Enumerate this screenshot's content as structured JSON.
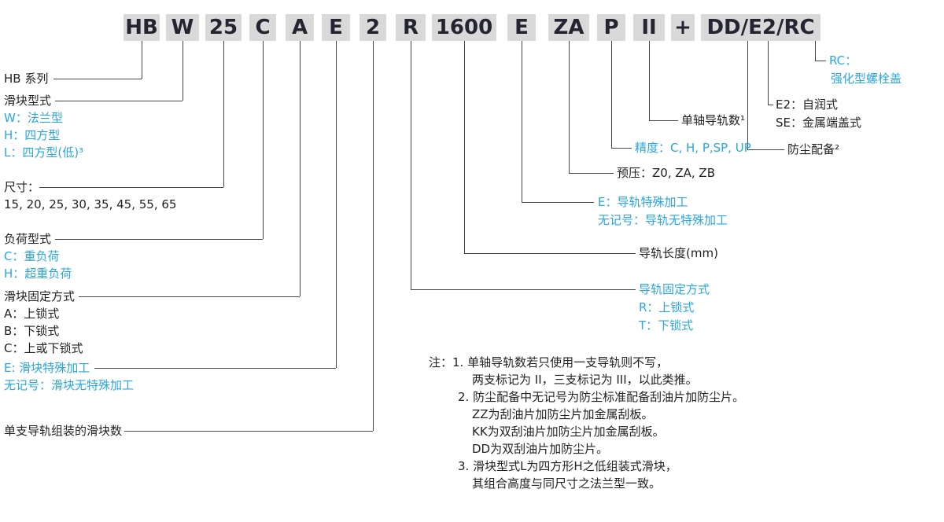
{
  "colors": {
    "accent_blue": "#2aa7de",
    "text_black": "#222222",
    "token_background": "#d9d9d9",
    "token_text": "#252531"
  },
  "code": {
    "tokens": [
      "HB",
      "W",
      "25",
      "C",
      "A",
      "E",
      "2",
      "R",
      "1600",
      "E",
      "ZA",
      "P",
      "II",
      "+",
      "DD/E2/RC"
    ]
  },
  "left": {
    "series": {
      "title": "HB 系列"
    },
    "block_type": {
      "title": "滑块型式",
      "items": [
        "W：法兰型",
        "H：四方型",
        "L：四方型(低)³"
      ]
    },
    "size": {
      "title": "尺寸：",
      "values": "15, 20, 25, 30, 35, 45, 55, 65"
    },
    "load_type": {
      "title": "负荷型式",
      "items": [
        "C：重负荷",
        "H：超重负荷"
      ]
    },
    "block_fixing": {
      "title": "滑块固定方式",
      "items": [
        "A：上锁式",
        "B：下锁式",
        "C：上或下锁式"
      ]
    },
    "block_special": {
      "items": [
        "E: 滑块特殊加工",
        "无记号：滑块无特殊加工"
      ]
    },
    "blocks_per_rail": {
      "title": "单支导轨组装的滑块数"
    }
  },
  "right": {
    "bolt_cover": {
      "items": [
        "RC：",
        "强化型螺栓盖"
      ]
    },
    "end_cap": {
      "items": [
        "E2：自润式",
        "SE：金属端盖式"
      ]
    },
    "rails_count": {
      "title": "单轴导轨数¹"
    },
    "precision": {
      "title": "精度：C, H, P,SP, UP"
    },
    "dust_protection": {
      "title": "防尘配备²"
    },
    "preload": {
      "title": "预压：Z0, ZA, ZB"
    },
    "rail_special": {
      "items": [
        "E：导轨特殊加工",
        "无记号：导轨无特殊加工"
      ]
    },
    "rail_length": {
      "title": "导轨长度(mm)"
    },
    "rail_fixing": {
      "items": [
        "导轨固定方式",
        "R：上锁式",
        "T：下锁式"
      ]
    }
  },
  "notes": {
    "lines": [
      "注：1. 单轴导轨数若只使用一支导轨则不写，",
      "两支标记为 II，三支标记为 III，以此类推。",
      "2. 防尘配备中无记号为防尘标准配备刮油片加防尘片。",
      "ZZ为刮油片加防尘片加金属刮板。",
      "KK为双刮油片加防尘片加金属刮板。",
      "DD为双刮油片加防尘片。",
      "3. 滑块型式L为四方形H之低组装式滑块，",
      "其组合高度与同尺寸之法兰型一致。"
    ]
  }
}
